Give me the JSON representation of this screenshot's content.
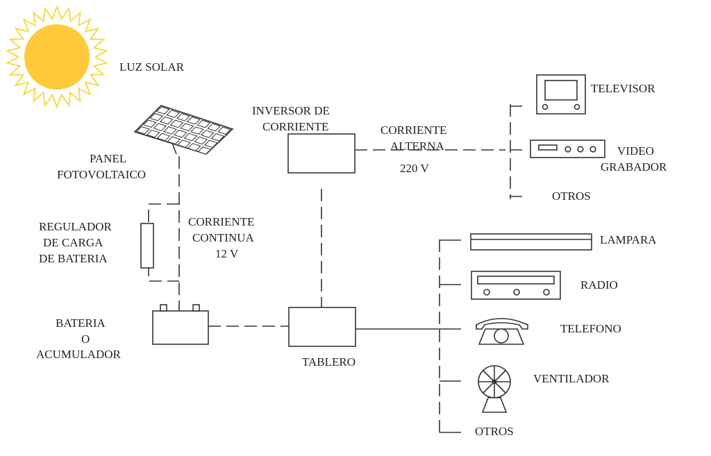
{
  "labels": {
    "luz_solar": "LUZ SOLAR",
    "panel_1": "PANEL",
    "panel_2": "FOTOVOLTAICO",
    "regulador_1": "REGULADOR",
    "regulador_2": "DE CARGA",
    "regulador_3": "DE BATERIA",
    "cc_1": "CORRIENTE",
    "cc_2": "CONTINUA",
    "cc_3": "12 V",
    "bateria_1": "BATERIA",
    "bateria_2": "O",
    "bateria_3": "ACUMULADOR",
    "inversor_1": "INVERSOR DE",
    "inversor_2": "CORRIENTE",
    "ca_1": "CORRIENTE",
    "ca_2": "ALTERNA",
    "ca_3": "220 V",
    "tablero": "TABLERO",
    "televisor": "TELEVISOR",
    "video_1": "VIDEO",
    "video_2": "GRABADOR",
    "otros_ac": "OTROS",
    "lampara": "LAMPARA",
    "radio": "RADIO",
    "telefono": "TELEFONO",
    "ventilador": "VENTILADOR",
    "otros_dc": "OTROS"
  },
  "colors": {
    "sun_fill": "#FFC93A",
    "sun_rays": "#F7D94C",
    "line": "#333333"
  }
}
